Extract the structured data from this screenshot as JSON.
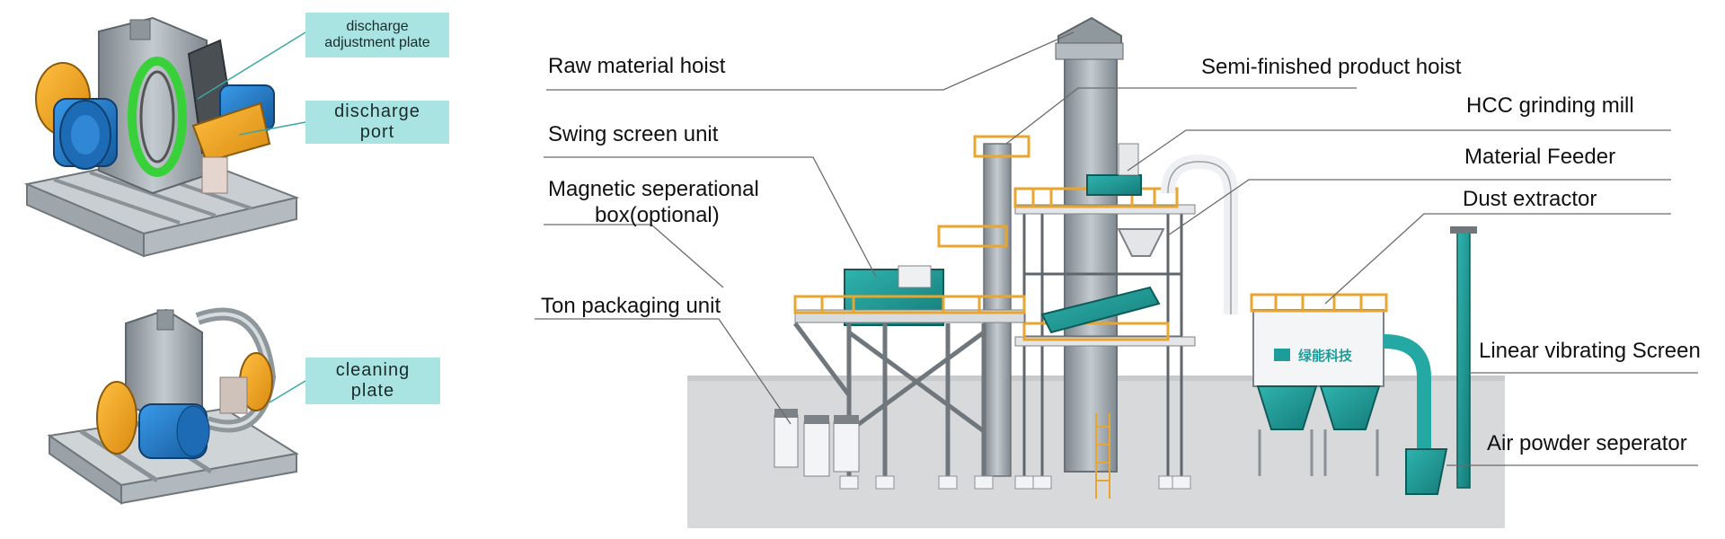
{
  "left_callouts": {
    "discharge_adjustment_plate": "discharge\nadjustment plate",
    "discharge_port": "discharge\nport",
    "cleaning_plate": "cleaning\nplate"
  },
  "labels": {
    "raw_material_hoist": "Raw material hoist",
    "swing_screen_unit": "Swing screen unit",
    "magnetic_line1": "Magnetic seperational",
    "magnetic_line2": "box(optional)",
    "ton_packaging_unit": "Ton packaging unit",
    "semi_finished_product_hoist": "Semi-finished product hoist",
    "hcc_grinding_mill": "HCC grinding mill",
    "material_feeder": "Material Feeder",
    "dust_extractor": "Dust extractor",
    "linear_vibrating_screen": "Linear vibrating Screen",
    "air_powder_seperator": "Air powder seperator"
  },
  "collector_sign": "绿能科技",
  "colors": {
    "teal_box": "#a9e4e3",
    "machine_teal": "#1e9c99",
    "machine_orange": "#f2a31b",
    "machine_blue": "#1f78c8",
    "steel_grey": "#9aa3a8",
    "railing_orange": "#e8a530"
  }
}
